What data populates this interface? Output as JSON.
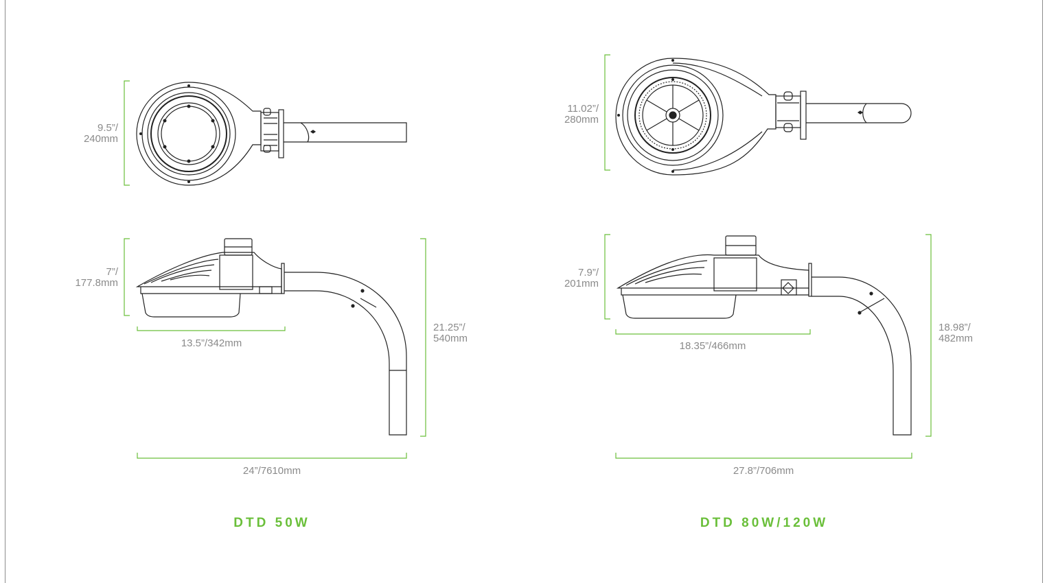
{
  "colors": {
    "dimension_line": "#6abf3a",
    "dimension_text": "#8a8a8a",
    "drawing_line": "#222222",
    "title": "#6abf3a",
    "frame": "#8c8c8c"
  },
  "models": [
    {
      "title": "DTD 50W",
      "top_view": {
        "height_label_1": "9.5”/",
        "height_label_2": "240mm"
      },
      "side_view": {
        "fixture_height_1": "7”/",
        "fixture_height_2": "177.8mm",
        "fixture_length": "13.5”/342mm",
        "overall_height_1": "21.25”/",
        "overall_height_2": "540mm",
        "overall_length": "24”/7610mm"
      }
    },
    {
      "title": "DTD 80W/120W",
      "top_view": {
        "height_label_1": "11.02”/",
        "height_label_2": "280mm"
      },
      "side_view": {
        "fixture_height_1": "7.9”/",
        "fixture_height_2": "201mm",
        "fixture_length": "18.35”/466mm",
        "overall_height_1": "18.98”/",
        "overall_height_2": "482mm",
        "overall_length": "27.8”/706mm"
      }
    }
  ]
}
